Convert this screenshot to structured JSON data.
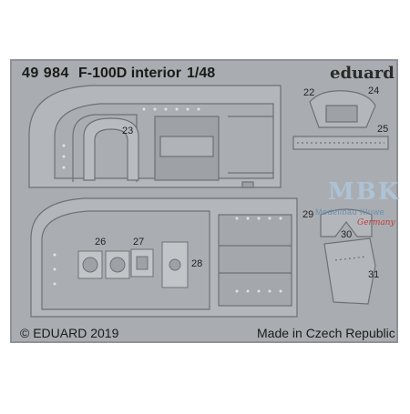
{
  "header": {
    "code": "49 984",
    "title": "F-100D interior",
    "scale": "1/48",
    "brand": "eduard"
  },
  "footer": {
    "copyright": "© EDUARD 2019",
    "made_in": "Made in Czech Republic"
  },
  "parts": [
    "22",
    "23",
    "24",
    "25",
    "26",
    "27",
    "28",
    "29",
    "30",
    "31"
  ],
  "watermark": {
    "logo": "MBK",
    "subtitle": "Modellbau Kluwe",
    "country": "Germany"
  },
  "colors": {
    "fret": "#a9adb1",
    "fret_dark": "#8e9297",
    "etch_line": "#6d7176",
    "hole": "#dfe2e4"
  }
}
